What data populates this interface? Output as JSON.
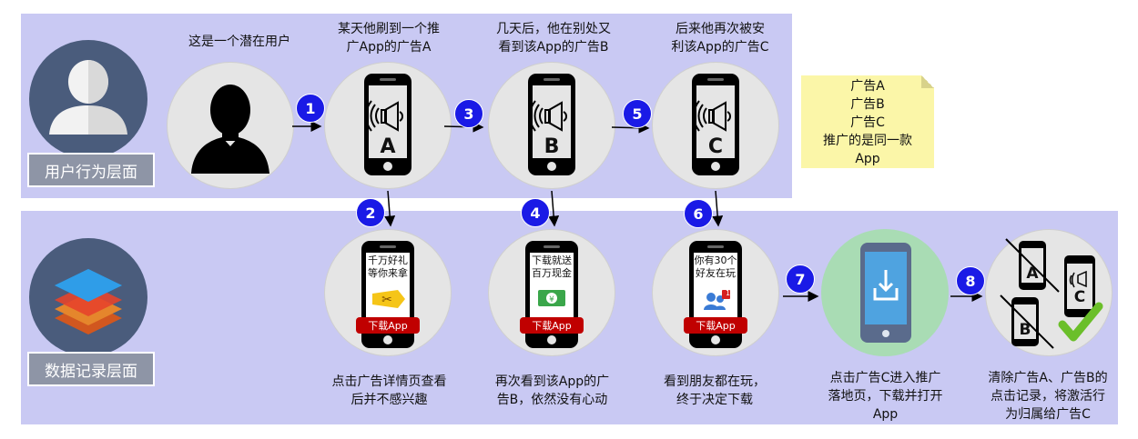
{
  "layers": {
    "user": "用户行为层面",
    "data": "数据记录层面"
  },
  "top_captions": [
    [
      "这是一个潜在用户"
    ],
    [
      "某天他刷到一个推",
      "广App的广告A"
    ],
    [
      "几天后，他在别处又",
      "看到该App的广告B"
    ],
    [
      "后来他再次被安",
      "利该App的广告C"
    ]
  ],
  "ad_letters": [
    "A",
    "B",
    "C"
  ],
  "note_lines": [
    "广告A",
    "广告B",
    "广告C",
    "推广的是同一款",
    "App"
  ],
  "steps": [
    "1",
    "2",
    "3",
    "4",
    "5",
    "6",
    "7",
    "8"
  ],
  "phone_texts": {
    "p1": [
      "千万好礼",
      "等你来拿"
    ],
    "p2": [
      "下载就送",
      "百万现金"
    ],
    "p3": [
      "你有30个",
      "好友在玩"
    ],
    "notify_count": "1",
    "download_label": "下载App"
  },
  "bottom_captions": [
    [
      "点击广告详情页查看",
      "后并不感兴趣"
    ],
    [
      "再次看到该App的广",
      "告B，依然没有心动"
    ],
    [
      "看到朋友都在玩，",
      "终于决定下载"
    ],
    [
      "点击广告C进入推广",
      "落地页，下载并打开",
      "App"
    ],
    [
      "清除广告A、广告B的",
      "点击记录，将激活行",
      "为归属给广告C"
    ]
  ],
  "attribution_letters": [
    "A",
    "B",
    "C"
  ],
  "colors": {
    "band": "#c9c9f3",
    "badge": "#1a1ae6",
    "download_button": "#c00000",
    "layer_circle": "#4a5c7c",
    "note": "#fbf6a8",
    "landing_circle": "#a9dcb4"
  }
}
